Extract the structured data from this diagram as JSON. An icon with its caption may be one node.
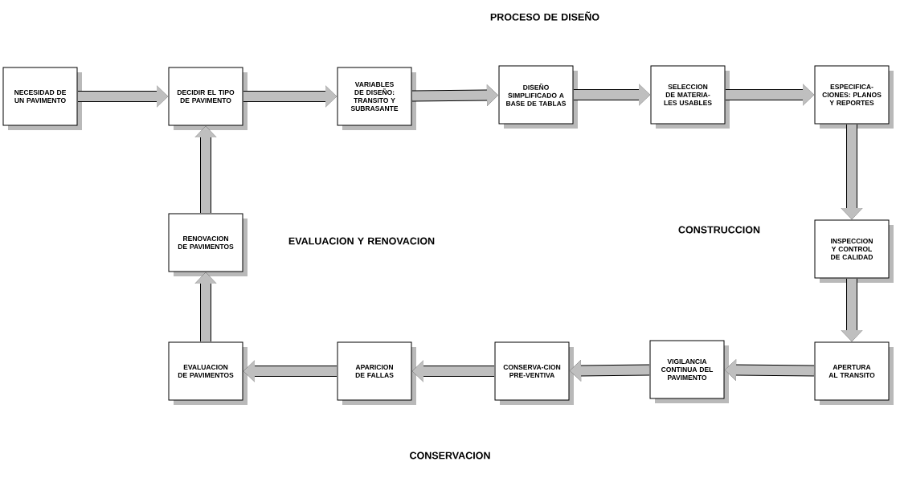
{
  "diagram": {
    "nodes": [
      {
        "text": [
          "NECESIDAD DE UN PAVIMENTO"
        ]
      },
      {
        "text": [
          "DECIDIR EL TIPO DE PAVIMENTO"
        ]
      },
      {
        "text": [
          "VARIABLES DE DISEÑO: TRANSITO Y SUBRASANTE"
        ]
      },
      {
        "text": [
          "DISEÑO SIMPLIFICADO A BASE DE TABLAS"
        ]
      },
      {
        "text": [
          "SELECCION DE MATERIA-LES USABLES"
        ]
      },
      {
        "text": [
          "ESPECIFICA-CIONES: PLANOS Y REPORTES"
        ]
      },
      {
        "text": [
          "INSPECCION Y CONTROL DE CALIDAD"
        ]
      },
      {
        "text": [
          "APERTURA AL TRANSITO"
        ]
      },
      {
        "text": [
          "VIGILANCIA CONTINUA DEL PAVIMENTO"
        ]
      },
      {
        "text": [
          "CONSERVA-CION PRE-VENTIVA"
        ]
      },
      {
        "text": [
          "APARICION DE FALLAS"
        ]
      },
      {
        "text": [
          "EVALUACION DE PAVIMENTOS"
        ]
      },
      {
        "text": [
          "RENOVACION DE PAVIMENTOS"
        ]
      }
    ],
    "edges": [
      {
        "from": 0,
        "to": 1,
        "arrow": "to"
      },
      {
        "from": 1,
        "to": 2,
        "arrow": "to"
      },
      {
        "from": 2,
        "to": 3,
        "arrow": "to"
      },
      {
        "from": 3,
        "to": 4,
        "arrow": "to"
      },
      {
        "from": 4,
        "to": 5,
        "arrow": "to"
      },
      {
        "from": 5,
        "to": 6,
        "arrow": "to"
      },
      {
        "from": 6,
        "to": 7,
        "arrow": "to"
      },
      {
        "from": 7,
        "to": 8,
        "arrow": "to"
      },
      {
        "from": 8,
        "to": 9,
        "arrow": "to"
      },
      {
        "from": 9,
        "to": 10,
        "arrow": "to"
      },
      {
        "from": 10,
        "to": 11,
        "arrow": "to"
      },
      {
        "from": 11,
        "to": 12,
        "arrow": "to"
      },
      {
        "from": 12,
        "to": 1,
        "arrow": "to"
      }
    ],
    "labels": [
      "PROCESO DE DISEÑO",
      "EVALUACION Y RENOVACION",
      "CONSTRUCCION",
      "CONSERVACION"
    ]
  }
}
